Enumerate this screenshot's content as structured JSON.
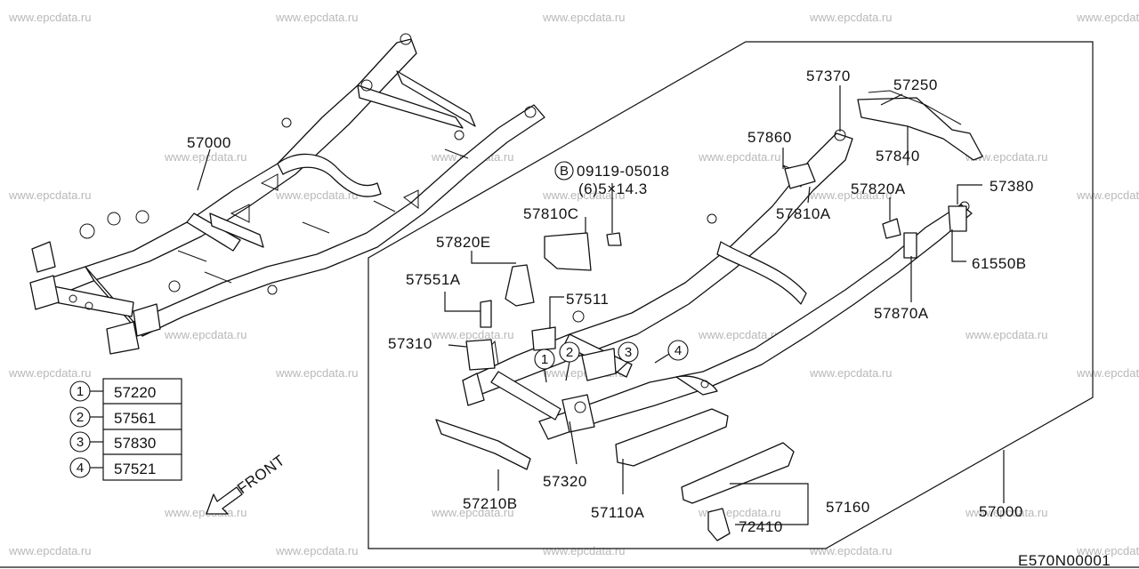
{
  "watermark": "www.epcdata.ru",
  "diagram_code": "E570N00001",
  "front_label": "FRONT",
  "bolt": {
    "letter": "B",
    "number": "09119-05018",
    "spec": "(6)5×14.3"
  },
  "legend": [
    {
      "num": "1",
      "code": "57220"
    },
    {
      "num": "2",
      "code": "57561"
    },
    {
      "num": "3",
      "code": "57830"
    },
    {
      "num": "4",
      "code": "57521"
    }
  ],
  "parts": {
    "frame_left": "57000",
    "frame_right": "57000",
    "p57370": "57370",
    "p57250": "57250",
    "p57860": "57860",
    "p57840": "57840",
    "p57820a": "57820A",
    "p57380": "57380",
    "p57810a": "57810A",
    "p57810c": "57810C",
    "p57820e": "57820E",
    "p57551a": "57551A",
    "p57511": "57511",
    "p57310": "57310",
    "p61550b": "61550B",
    "p57870a": "57870A",
    "p57320": "57320",
    "p57210b": "57210B",
    "p57110a": "57110A",
    "p57160": "57160",
    "p72410": "72410"
  }
}
